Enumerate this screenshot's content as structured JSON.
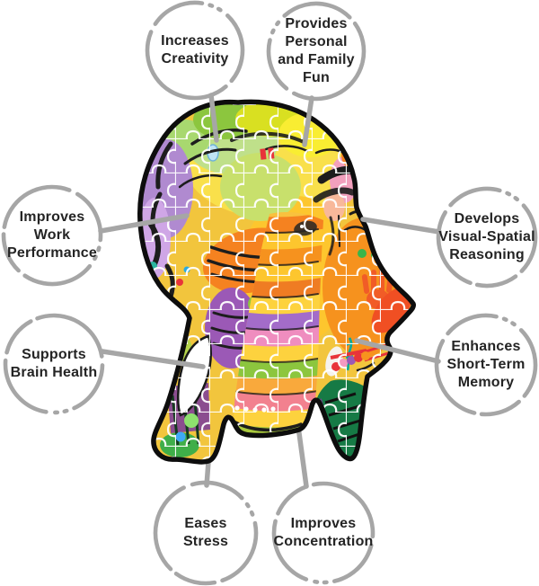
{
  "style": {
    "background": "#ffffff",
    "circle_stroke": "#a6a6a6",
    "connector_stroke": "#a6a6a6",
    "label_color": "#242424",
    "head_outline": "#0d0d0d"
  },
  "center": {
    "illustration": "human-head-profile-jigsaw-with-colorful-elephant-art"
  },
  "benefits": [
    {
      "label": "Increases Creativity",
      "lines": [
        "Increases",
        "Creativity"
      ]
    },
    {
      "label": "Provides Personal and Family Fun",
      "lines": [
        "Provides",
        "Personal",
        "and Family",
        "Fun"
      ]
    },
    {
      "label": "Improves Work Performance",
      "lines": [
        "Improves",
        "Work",
        "Performance"
      ]
    },
    {
      "label": "Develops Visual-Spatial Reasoning",
      "lines": [
        "Develops",
        "Visual-Spatial",
        "Reasoning"
      ]
    },
    {
      "label": "Supports Brain Health",
      "lines": [
        "Supports",
        "Brain Health"
      ]
    },
    {
      "label": "Enhances Short-Term Memory",
      "lines": [
        "Enhances",
        "Short-Term",
        "Memory"
      ]
    },
    {
      "label": "Eases Stress",
      "lines": [
        "Eases",
        "Stress"
      ]
    },
    {
      "label": "Improves Concentration",
      "lines": [
        "Improves",
        "Concentration"
      ]
    }
  ]
}
